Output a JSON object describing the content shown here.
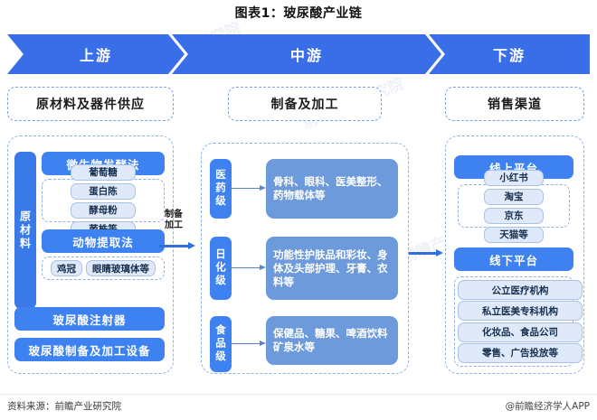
{
  "title": "图表1：玻尿酸产业链",
  "stages": [
    {
      "name": "upstream",
      "label": "上游"
    },
    {
      "name": "midstream",
      "label": "中游"
    },
    {
      "name": "downstream",
      "label": "下游"
    }
  ],
  "columns": {
    "upstream": {
      "header": "原材料及器件供应",
      "vertical_label": "原材料",
      "methods": [
        {
          "title": "微生物发酵法",
          "tags": [
            "葡萄糖",
            "蛋白陈",
            "酵母粉",
            "菌株等"
          ]
        },
        {
          "title": "动物提取法",
          "tags": [
            "鸡冠",
            "眼睛玻璃体等"
          ]
        }
      ],
      "equipment": [
        "玻尿酸注射器",
        "玻尿酸制备及加工设备"
      ]
    },
    "midstream": {
      "header": "制备及加工",
      "grades": [
        {
          "label": "医药级",
          "content": "骨科、眼科、医美整形、药物载体等"
        },
        {
          "label": "日化级",
          "content": "功能性护肤品和彩妆、身体及头部护理、牙膏、衣料等"
        },
        {
          "label": "食品级",
          "content": "保健品、糖果、啤酒饮料矿泉水等"
        }
      ]
    },
    "downstream": {
      "header": "销售渠道",
      "channels": [
        {
          "title": "线上平台",
          "items": [
            "小红书",
            "淘宝",
            "京东",
            "天猫等"
          ]
        },
        {
          "title": "线下平台",
          "items": [
            "公立医疗机构",
            "私立医美专科机构",
            "化妆品、食品公司",
            "零售、广告投放等"
          ]
        }
      ]
    }
  },
  "connectors": {
    "upstream_to_midstream_label": "制备\n加工"
  },
  "footer": {
    "source": "资料来源：前瞻产业研究院",
    "brand": "@前瞻经济学人APP"
  },
  "watermarks": [
    "前瞻产业研究院",
    "前瞻产业研究院",
    "前瞻产业研究院",
    "前瞻产业研究院"
  ],
  "colors": {
    "chevron": "#3a6ee8",
    "bar": "#3d82f0",
    "label": "#3a7ae8",
    "content_box": "#6d9ada",
    "chip_bg": "#dfe9f9",
    "dashed_border": "#8fb0e4"
  }
}
